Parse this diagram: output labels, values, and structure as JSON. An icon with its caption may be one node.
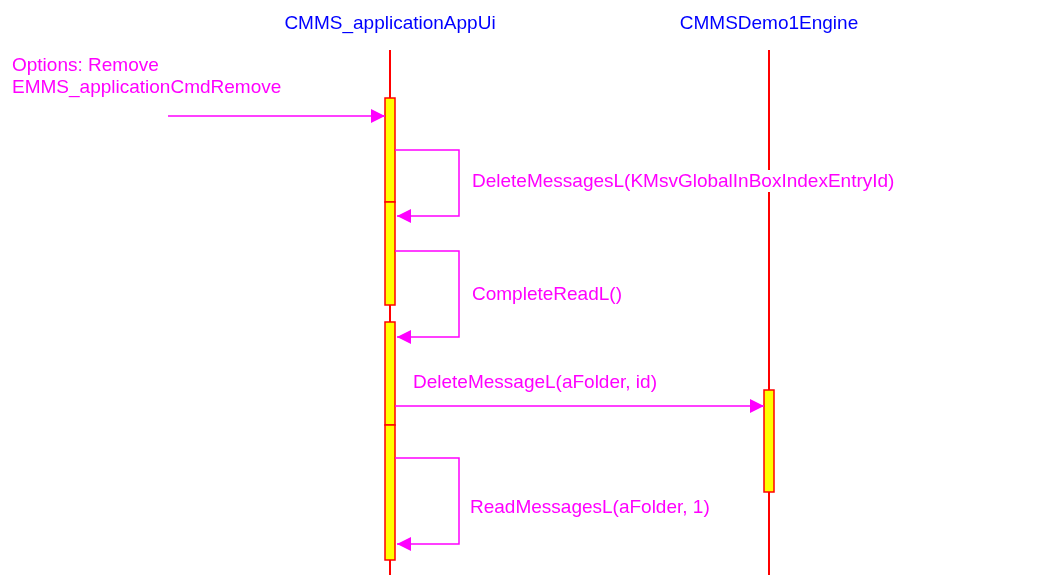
{
  "diagram": {
    "nodes": [
      {
        "text": [
          "CMMS_applicationAppUi"
        ]
      },
      {
        "text": [
          "CMMSDemo1Engine"
        ]
      }
    ],
    "edges": [
      {
        "from": null,
        "to": 0,
        "arrow": "to",
        "label": "Options: Remove EMMS_applicationCmdRemove"
      },
      {
        "from": 0,
        "to": 0,
        "arrow": "to",
        "label": "DeleteMessagesL(KMsvGlobalInBoxIndexEntryId)"
      },
      {
        "from": 0,
        "to": 0,
        "arrow": "to",
        "label": "CompleteReadL()"
      },
      {
        "from": 0,
        "to": 1,
        "arrow": "to",
        "label": "DeleteMessageL(aFolder, id)"
      },
      {
        "from": 0,
        "to": 0,
        "arrow": "to",
        "label": "ReadMessagesL(aFolder, 1)"
      }
    ]
  }
}
